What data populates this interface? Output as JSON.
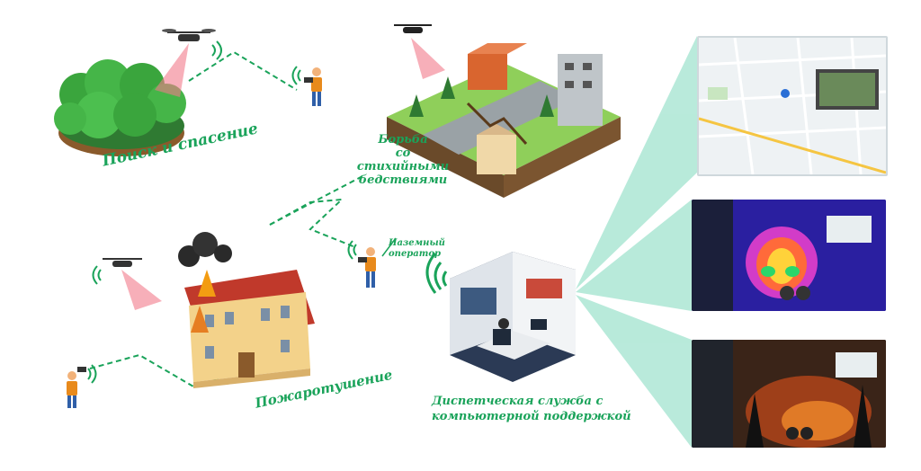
{
  "labels": {
    "search_rescue": "Поиск и спасение",
    "disaster": [
      "Борьба",
      "со",
      "стихийными",
      "бедствиями"
    ],
    "firefighting": "Пожаротушение",
    "ground_operator": [
      "Наземный",
      "оператор"
    ],
    "dispatch": [
      "Диспетческая служба с",
      "компьютерной поддержкой"
    ]
  },
  "colors": {
    "accent_green": "#1aa35a",
    "link_teal": "#7fd9bd",
    "drone_beam": "#f27a8a"
  },
  "icons": [
    "drone-icon",
    "operator-icon",
    "wifi-icon",
    "tree-icon",
    "building-icon",
    "burning-house-icon",
    "control-room-icon"
  ]
}
